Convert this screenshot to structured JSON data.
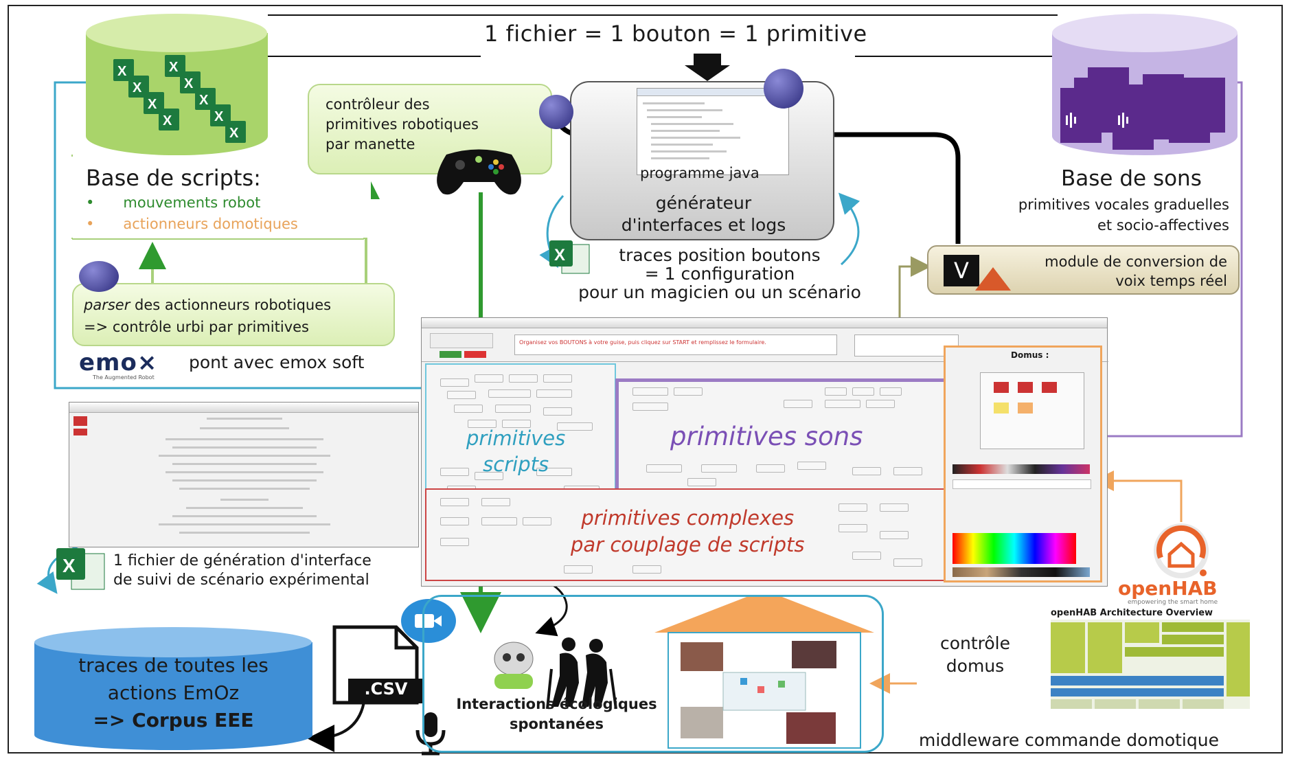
{
  "header": {
    "title": "1 fichier = 1 bouton = 1 primitive"
  },
  "scripts_db": {
    "title": "Base de scripts:",
    "bullets": [
      {
        "text": "mouvements robot",
        "color": "#2e8b2e"
      },
      {
        "text": "actionneurs domotiques",
        "color": "#e8a35a"
      }
    ]
  },
  "controller": {
    "label": "contrôleur des\nprimitives robotiques\npar manette"
  },
  "java_box": {
    "top_label": "programme java",
    "label": "générateur\nd'interfaces et logs"
  },
  "sounds_db": {
    "title": "Base de sons",
    "subtitle": "primitives vocales graduelles\net socio-affectives"
  },
  "parser": {
    "label_em": "parser",
    "label_rest": " des actionneurs robotiques",
    "line2": "=> contrôle urbi par primitives"
  },
  "emox": {
    "logo": "emo×",
    "tagline": "The Augmented Robot",
    "label": "pont avec emox soft"
  },
  "traces_buttons": {
    "label": "traces position boutons\n= 1 configuration\npour un magicien ou un scénario"
  },
  "voice_module": {
    "label": "module de conversion de\nvoix temps réel"
  },
  "interface": {
    "primitives_scripts": "primitives\nscripts",
    "primitives_sons": "primitives sons",
    "primitives_complexes": "primitives complexes\npar couplage de scripts",
    "domus_title": "Domus :",
    "banner": "Organisez vos BOUTONS à votre guise, puis cliquez sur START et remplissez le formulaire."
  },
  "file_gen": {
    "label": "1 fichier de génération d'interface\nde suivi de scénario expérimental"
  },
  "corpus": {
    "line1": "traces de toutes les",
    "line2": "actions EmOz",
    "line3": "=> Corpus EEE"
  },
  "csv": {
    "label": ".CSV"
  },
  "interactions": {
    "label": "Interactions écologiques\nspontanées"
  },
  "domus_control": {
    "label": "contrôle\ndomus"
  },
  "openhab": {
    "logo": "openHAB",
    "tagline": "empowering the smart home",
    "arch_title": "openHAB Architecture Overview",
    "caption": "middleware commande domotique"
  },
  "colors": {
    "green": "#2f9a2f",
    "teal": "#3ba7c9",
    "purple": "#9b7bc4",
    "orange": "#f0a55c",
    "olive": "#9a9a62",
    "red": "#c0392b",
    "blue_db": "#2f80c8"
  },
  "icons": [
    "excel-icon",
    "eclipse-icon",
    "gamepad-icon",
    "vocoder-icon",
    "matlab-icon",
    "camera-icon",
    "microphone-icon",
    "csv-file-icon",
    "robot-icon",
    "elderly-couple-icon",
    "house-icon",
    "openhab-logo-icon"
  ]
}
